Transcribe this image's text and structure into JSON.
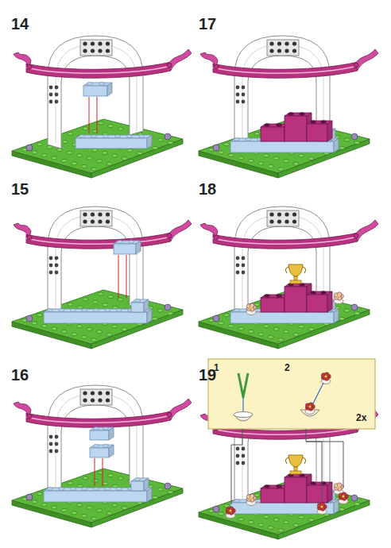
{
  "diagram": {
    "nodes": [
      {
        "text": [
          "1",
          "2",
          "2x"
        ]
      }
    ],
    "labels": [
      "14",
      "15",
      "16",
      "17",
      "18",
      "19"
    ]
  }
}
